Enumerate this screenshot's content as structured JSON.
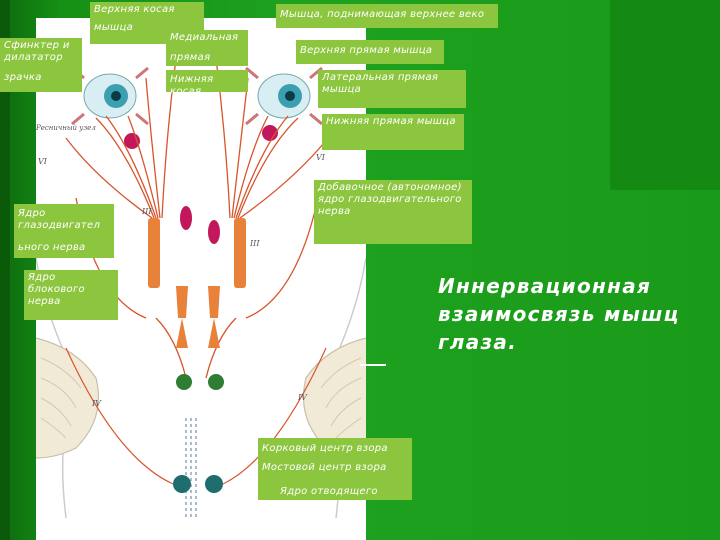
{
  "labels": {
    "upper_oblique": "Верхняя косая",
    "upper_oblique_2": "мышца",
    "levator": "Мышца, поднимающая верхнее веко",
    "sphincter": "Сфинктер и дилататор",
    "sphincter_2": "зрачка",
    "medial_rectus": "Медиальная",
    "medial_rectus_2": "прямая",
    "superior_rectus": "Верхняя прямая мышца",
    "inferior_oblique": "Нижняя косая",
    "lateral_rectus": "Латеральная прямая мышца",
    "inferior_rectus": "Нижняя прямая мышца",
    "accessory_nucleus": "Добавочное (автономное) ядро глазодвигательного нерва",
    "oculomotor_nucleus": "Ядро глазодвигател",
    "oculomotor_nucleus_2": "ьного нерва",
    "trochlear_nucleus": "Ядро блокового нерва",
    "cortical_center": "Корковый центр взора",
    "pontine_center": "Мостовой центр взора",
    "abducens_nucleus": "Ядро отводящего нерва"
  },
  "title": "Иннервационная взаимосвязь мышц глаза.",
  "figure_marks": {
    "ciliary": "Ресничный узел",
    "vi_left": "VI",
    "vi_right": "VI",
    "iii_left": "III",
    "iii_right": "III",
    "iv_left": "IV",
    "iv_right": "IV"
  },
  "colors": {
    "background": "#1e9a1e",
    "label_bg": "#8cc63f",
    "nerve": "#d9542c",
    "nucleus": "#e8813a",
    "accessory": "#c2185b",
    "center": "#2e7d32",
    "abducens": "#1e6e6e"
  }
}
